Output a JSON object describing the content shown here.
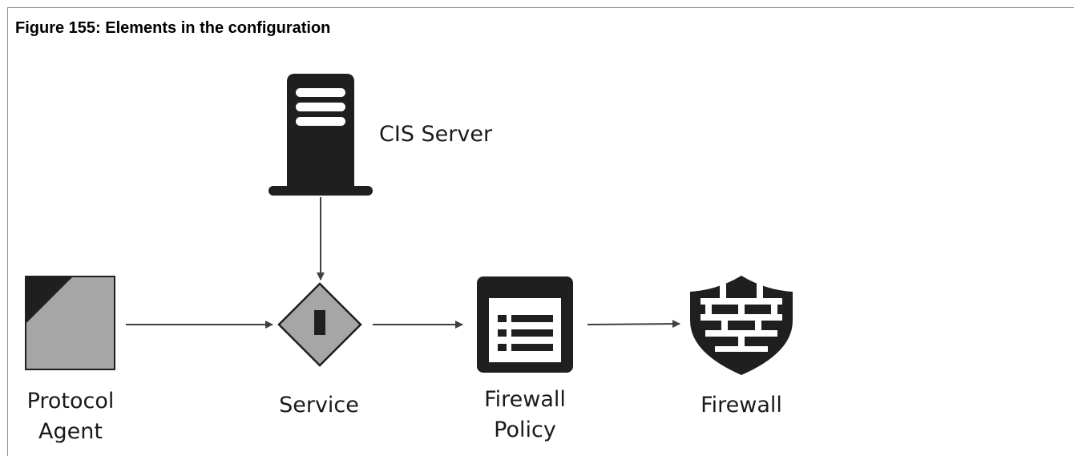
{
  "figure": {
    "title": "Figure 155: Elements in the configuration"
  },
  "nodes": {
    "cis_server": {
      "label": "CIS Server",
      "icon": "server-icon"
    },
    "protocol_agent": {
      "label_line1": "Protocol",
      "label_line2": "Agent",
      "icon": "protocol-agent-icon"
    },
    "service": {
      "label": "Service",
      "icon": "service-diamond-icon"
    },
    "firewall_policy": {
      "label_line1": "Firewall",
      "label_line2": "Policy",
      "icon": "policy-list-icon"
    },
    "firewall": {
      "label": "Firewall",
      "icon": "firewall-shield-icon"
    }
  },
  "edges": [
    {
      "from": "cis_server",
      "to": "service"
    },
    {
      "from": "protocol_agent",
      "to": "service"
    },
    {
      "from": "service",
      "to": "firewall_policy"
    },
    {
      "from": "firewall_policy",
      "to": "firewall"
    }
  ],
  "colors": {
    "frame_border": "#5fb54a",
    "icon_dark": "#1f1f1f",
    "icon_gray": "#a6a6a6",
    "arrow": "#404040"
  }
}
